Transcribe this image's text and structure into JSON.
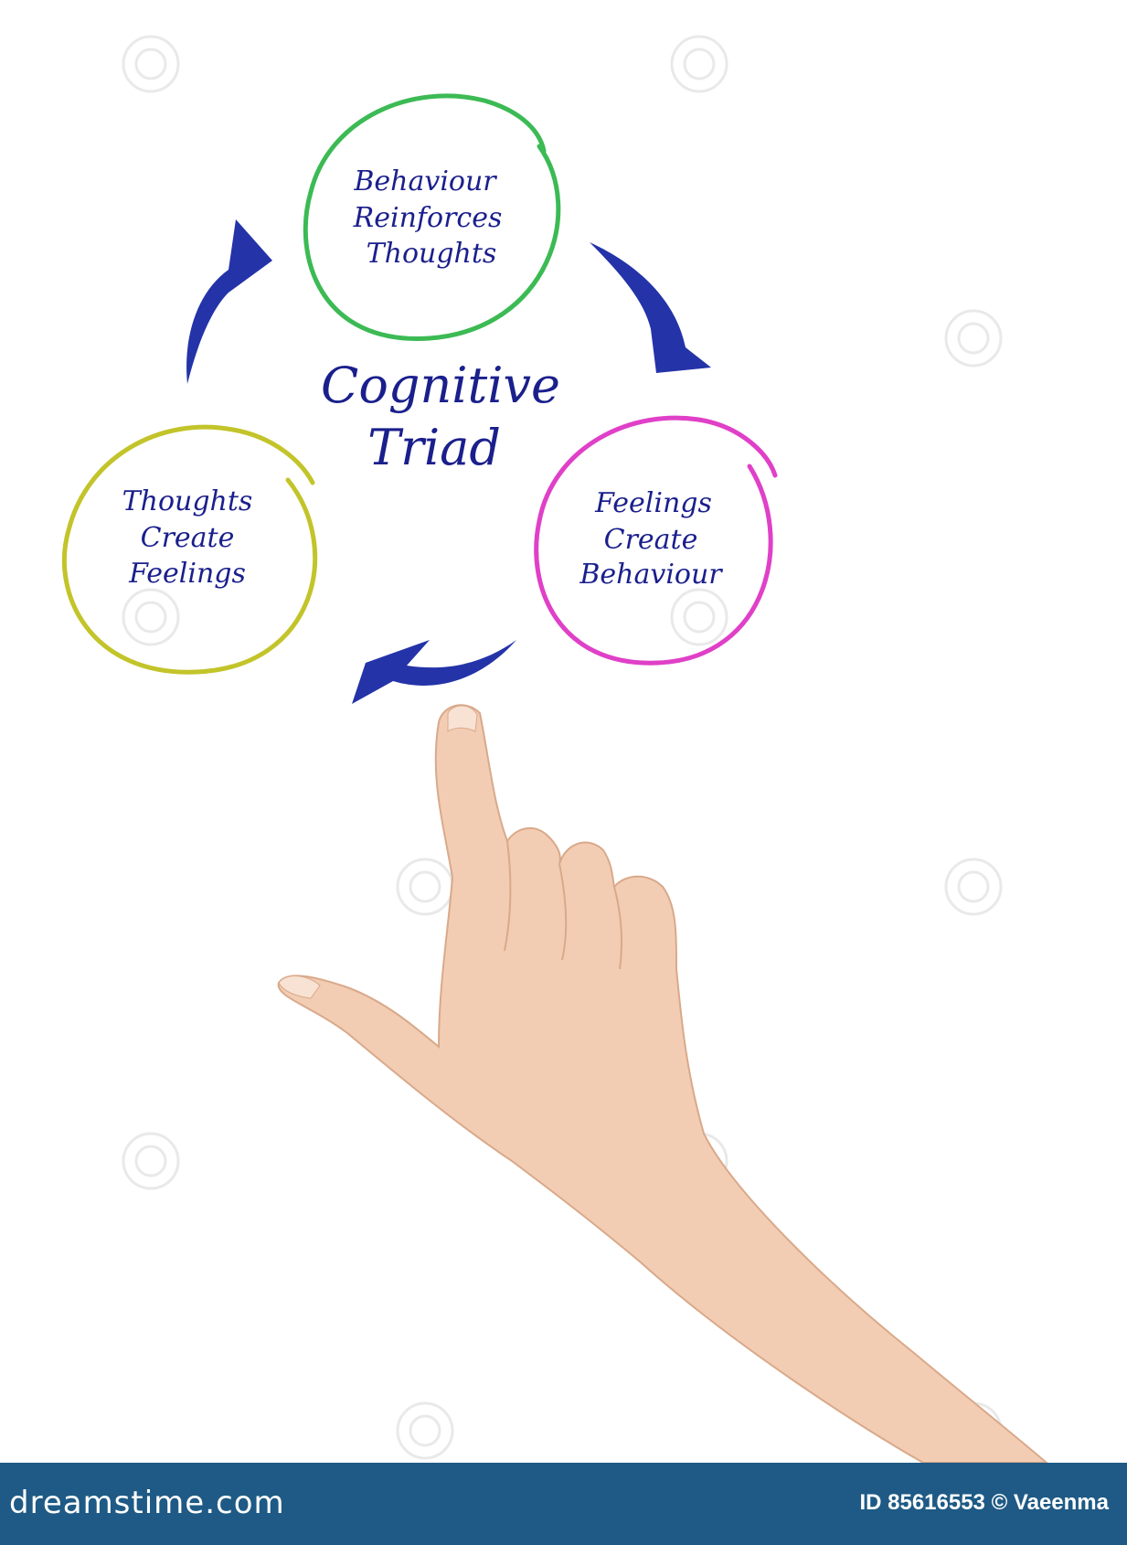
{
  "diagram": {
    "title_line1": "Cognitive",
    "title_line2": "Triad",
    "nodes": [
      {
        "lines": [
          "Behaviour",
          "Reinforces",
          "Thoughts"
        ],
        "color": "#3cba54"
      },
      {
        "lines": [
          "Feelings",
          "Create",
          "Behaviour"
        ],
        "color": "#e040c8"
      },
      {
        "lines": [
          "Thoughts",
          "Create",
          "Feelings"
        ],
        "color": "#c2c42a"
      }
    ],
    "arrow_color": "#2433a8"
  },
  "footer": {
    "site": "dreamstime.com",
    "credit": "ID 85616553 © Vaeenma",
    "bar_color": "#1e5a85"
  }
}
